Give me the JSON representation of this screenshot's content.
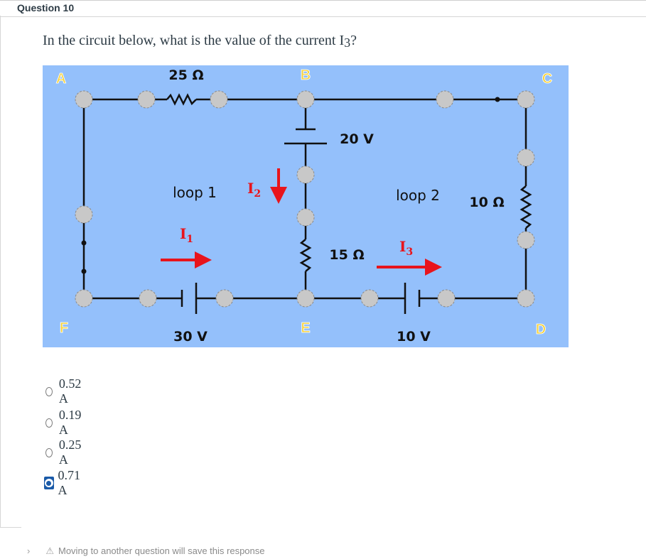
{
  "question": {
    "title": "Question 10",
    "text_prefix": "In the circuit below, what is the value of the current I",
    "text_sub": "3",
    "text_suffix": "?"
  },
  "circuit": {
    "nodes": {
      "a": "A",
      "b": "B",
      "c": "C",
      "d": "D",
      "e": "E",
      "f": "F"
    },
    "r25": "25 Ω",
    "v20": "20 V",
    "loop1": "loop 1",
    "loop2": "loop 2",
    "r10": "10 Ω",
    "r15": "15 Ω",
    "v30": "30 V",
    "v10": "10 V",
    "currents": {
      "i1": "I",
      "i1_sub": "1",
      "i2": "I",
      "i2_sub": "2",
      "i3": "I",
      "i3_sub": "3"
    },
    "colors": {
      "background": "#94c0fb",
      "node_label": "#f7d23c",
      "arrow": "#e8141b",
      "node": "#c8c8c8"
    }
  },
  "answers": [
    {
      "label": "0.52 A",
      "selected": false
    },
    {
      "label": "0.19 A",
      "selected": false
    },
    {
      "label": "0.25 A",
      "selected": false
    },
    {
      "label": "0.71 A",
      "selected": true
    }
  ],
  "footer": {
    "text": "Moving to another question will save this response"
  }
}
